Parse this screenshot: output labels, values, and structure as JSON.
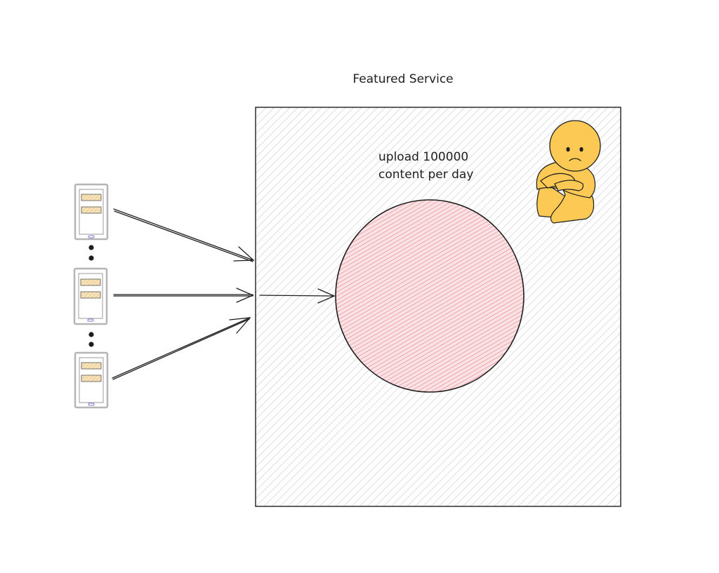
{
  "diagram": {
    "title": "Featured Service",
    "note_line1": "upload 100000",
    "note_line2": "content per day",
    "client_count_shown": 3,
    "icons": {
      "client": "mobile-phone-icon",
      "overloaded": "sad-person-icon",
      "continuation": "vertical-ellipsis-icon"
    },
    "colors": {
      "service_box_fill": "#e9ecef",
      "service_box_stroke": "#1e1e1e",
      "circle_fill": "#f3b2b8",
      "circle_stroke": "#1e1e1e",
      "phone_frame": "#b5b5b5",
      "phone_bar": "#f2d49b",
      "phone_button": "#8a7ad8",
      "person": "#fcc954",
      "arrow": "#1e1e1e"
    }
  }
}
